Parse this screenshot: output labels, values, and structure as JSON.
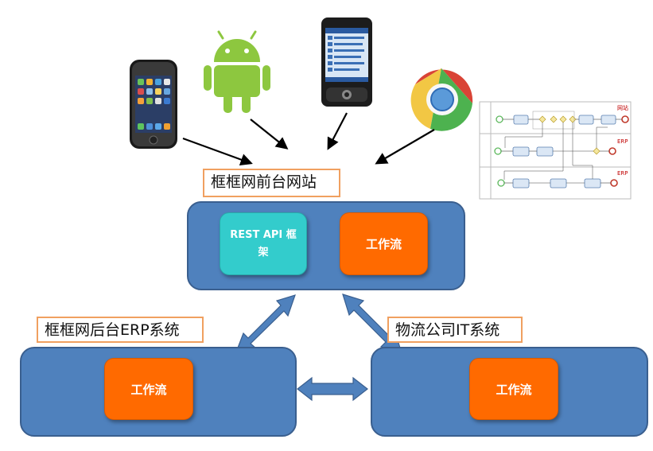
{
  "frontend": {
    "title": "框框网前台网站",
    "rest_api_label": "REST API 框架",
    "workflow_label": "工作流"
  },
  "erp": {
    "title": "框框网后台ERP系统",
    "workflow_label": "工作流"
  },
  "logistics": {
    "title": "物流公司IT系统",
    "workflow_label": "工作流"
  },
  "clients": {
    "icons": [
      "iphone-icon",
      "android-icon",
      "windows-mobile-phone-icon",
      "chrome-icon"
    ]
  },
  "workflow_diagram": {
    "lanes": [
      {
        "tag": "网站"
      },
      {
        "tag": "ERP"
      },
      {
        "tag": "ERP"
      }
    ]
  },
  "colors": {
    "container_blue": "#4f81bd",
    "workflow_orange": "#ff6a00",
    "rest_teal": "#33cccc",
    "label_border": "#f0a060",
    "arrow_blue": "#4f81bd"
  }
}
